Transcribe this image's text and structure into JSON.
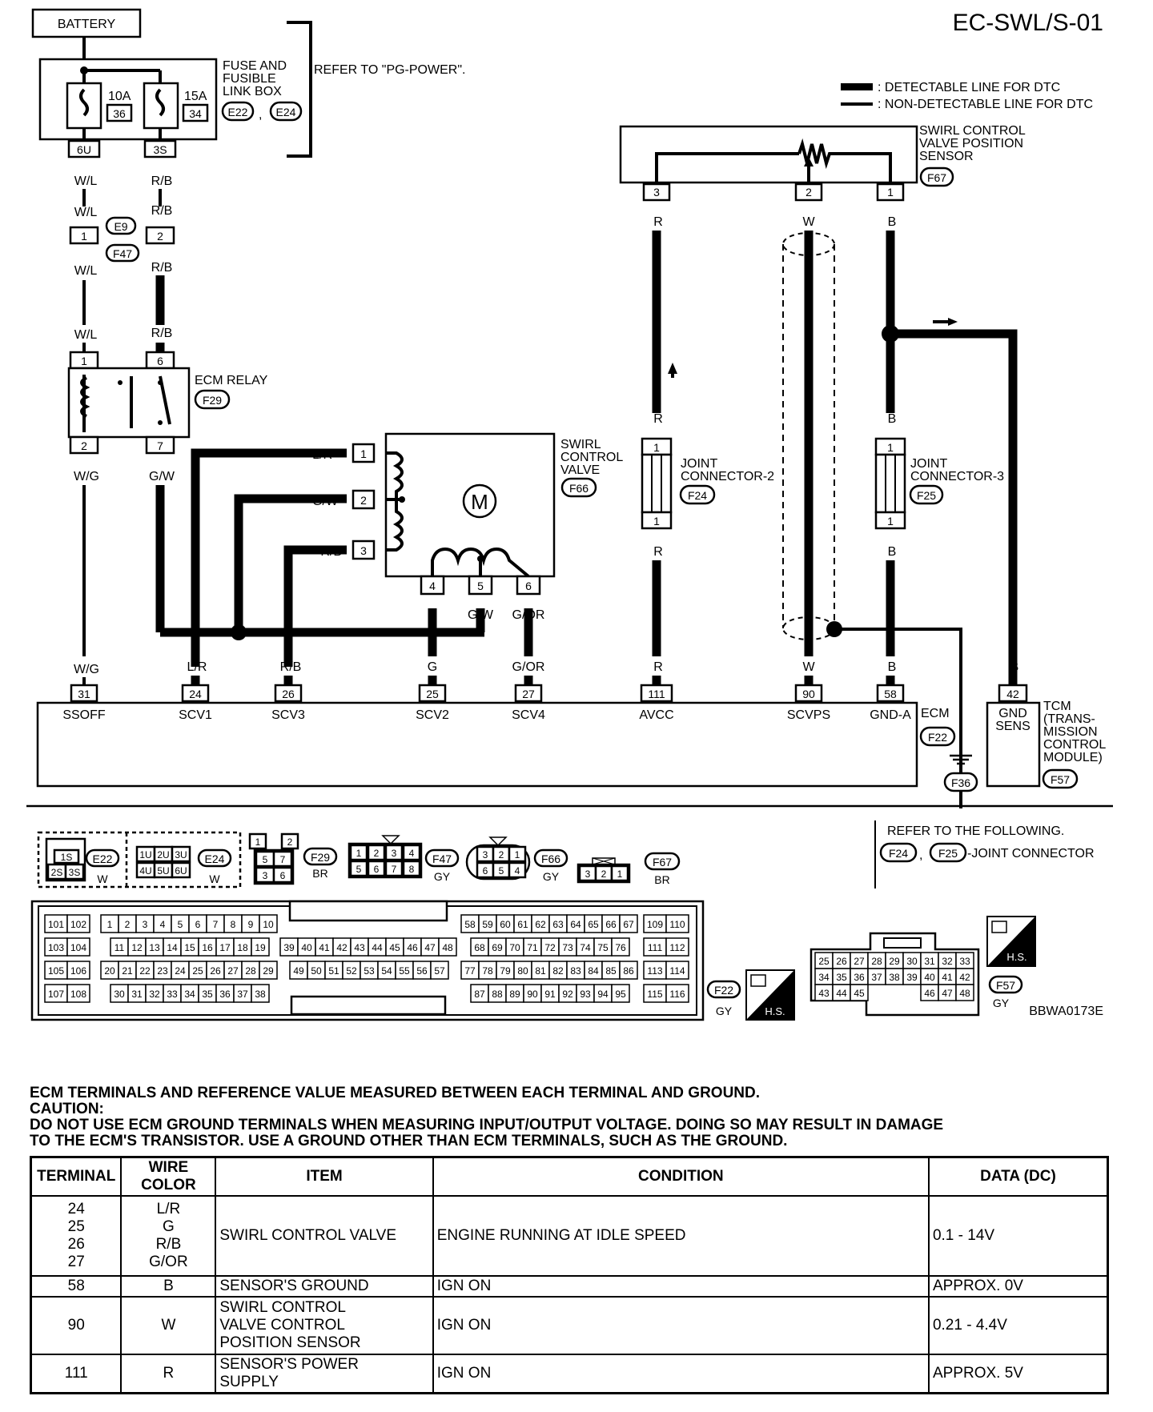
{
  "page_id": "EC-SWL/S-01",
  "figure_code": "BBWA0173E",
  "legend": {
    "detectable": ": DETECTABLE LINE FOR DTC",
    "non_detectable": ": NON-DETECTABLE LINE FOR DTC"
  },
  "battery": "BATTERY",
  "fuse_box": {
    "label_lines": [
      "FUSE AND",
      "FUSIBLE",
      "LINK BOX"
    ],
    "refer": "REFER TO \"PG-POWER\".",
    "connectors": [
      "E22",
      "E24"
    ],
    "comma": ",",
    "fuses": [
      {
        "amp": "10A",
        "num": "36",
        "terminal": "6U"
      },
      {
        "amp": "15A",
        "num": "34",
        "terminal": "3S"
      }
    ]
  },
  "wires": {
    "wl": "W/L",
    "rb": "R/B",
    "wg": "W/G",
    "gw": "G/W",
    "lr": "L/R",
    "g": "G",
    "gor": "G/OR",
    "r": "R",
    "w": "W",
    "b": "B"
  },
  "harness_connector": {
    "top": "E9",
    "bottom": "F47",
    "pins": [
      "1",
      "2"
    ]
  },
  "ecm_relay": {
    "label": "ECM RELAY",
    "connector": "F29",
    "pins_top": [
      "1",
      "6"
    ],
    "pins_bottom": [
      "2",
      "7"
    ]
  },
  "swirl_valve": {
    "label_lines": [
      "SWIRL",
      "CONTROL",
      "VALVE"
    ],
    "connector": "F66",
    "motor": "M",
    "left_pins": [
      "1",
      "2",
      "3"
    ],
    "bottom_pins": [
      "4",
      "5",
      "6"
    ]
  },
  "position_sensor": {
    "label_lines": [
      "SWIRL CONTROL",
      "VALVE POSITION",
      "SENSOR"
    ],
    "connector": "F67",
    "pins": [
      "3",
      "2",
      "1"
    ]
  },
  "joint2": {
    "label_lines": [
      "JOINT",
      "CONNECTOR-2"
    ],
    "connector": "F24",
    "pin": "1"
  },
  "joint3": {
    "label_lines": [
      "JOINT",
      "CONNECTOR-3"
    ],
    "connector": "F25",
    "pin": "1"
  },
  "ecm": {
    "label": "ECM",
    "connector": "F22",
    "ground": "F36",
    "terminals": [
      {
        "num": "31",
        "name": "SSOFF"
      },
      {
        "num": "24",
        "name": "SCV1"
      },
      {
        "num": "26",
        "name": "SCV3"
      },
      {
        "num": "25",
        "name": "SCV2"
      },
      {
        "num": "27",
        "name": "SCV4"
      },
      {
        "num": "111",
        "name": "AVCC"
      },
      {
        "num": "90",
        "name": "SCVPS"
      },
      {
        "num": "58",
        "name": "GND-A"
      }
    ]
  },
  "tcm": {
    "label_lines": [
      "TCM",
      "(TRANS-",
      "MISSION",
      "CONTROL",
      "MODULE)"
    ],
    "connector": "F57",
    "terminal": "42",
    "term_name_lines": [
      "GND",
      "SENS"
    ]
  },
  "refer_following": {
    "line1": "REFER TO THE FOLLOWING.",
    "connectors": [
      "F24",
      "F25"
    ],
    "suffix": "-JOINT CONNECTOR"
  },
  "connector_views": {
    "e22": {
      "id": "E22",
      "color": "W",
      "pins": [
        "1S",
        "2S",
        "3S"
      ]
    },
    "e24": {
      "id": "E24",
      "color": "W",
      "pins": [
        "1U",
        "2U",
        "3U",
        "4U",
        "5U",
        "6U"
      ]
    },
    "f29": {
      "id": "F29",
      "color": "BR",
      "pins": [
        "1",
        "2",
        "5",
        "7",
        "3",
        "6"
      ]
    },
    "f47": {
      "id": "F47",
      "color": "GY",
      "pins": [
        "1",
        "2",
        "3",
        "4",
        "5",
        "6",
        "7",
        "8"
      ]
    },
    "f66": {
      "id": "F66",
      "color": "GY",
      "pins": [
        "3",
        "2",
        "1",
        "6",
        "5",
        "4"
      ]
    },
    "f67": {
      "id": "F67",
      "color": "BR",
      "pins": [
        "3",
        "2",
        "1"
      ]
    },
    "f22": {
      "id": "F22",
      "color": "GY",
      "hs": "H.S."
    },
    "f57": {
      "id": "F57",
      "color": "GY",
      "hs": "H.S."
    }
  },
  "ecm_pin_rows": {
    "g1": [
      [
        "101",
        "102"
      ],
      [
        "103",
        "104"
      ],
      [
        "105",
        "106"
      ],
      [
        "107",
        "108"
      ]
    ],
    "g2": [
      [
        "1",
        "2",
        "3",
        "4",
        "5",
        "6",
        "7",
        "8",
        "9",
        "10"
      ],
      [
        "11",
        "12",
        "13",
        "14",
        "15",
        "16",
        "17",
        "18",
        "19"
      ],
      [
        "20",
        "21",
        "22",
        "23",
        "24",
        "25",
        "26",
        "27",
        "28",
        "29"
      ],
      [
        "30",
        "31",
        "32",
        "33",
        "34",
        "35",
        "36",
        "37",
        "38"
      ]
    ],
    "g3": [
      [
        "39",
        "40",
        "41",
        "42",
        "43",
        "44",
        "45",
        "46",
        "47",
        "48"
      ],
      [
        "49",
        "50",
        "51",
        "52",
        "53",
        "54",
        "55",
        "56",
        "57"
      ]
    ],
    "g4": [
      [
        "58",
        "59",
        "60",
        "61",
        "62",
        "63",
        "64",
        "65",
        "66",
        "67"
      ],
      [
        "68",
        "69",
        "70",
        "71",
        "72",
        "73",
        "74",
        "75",
        "76"
      ],
      [
        "77",
        "78",
        "79",
        "80",
        "81",
        "82",
        "83",
        "84",
        "85",
        "86"
      ],
      [
        "87",
        "88",
        "89",
        "90",
        "91",
        "92",
        "93",
        "94",
        "95"
      ]
    ],
    "g5": [
      [
        "109",
        "110"
      ],
      [
        "111",
        "112"
      ],
      [
        "113",
        "114"
      ],
      [
        "115",
        "116"
      ]
    ]
  },
  "tcm_pin_rows": [
    [
      "25",
      "26",
      "27",
      "28",
      "29",
      "30",
      "31",
      "32",
      "33"
    ],
    [
      "34",
      "35",
      "36",
      "37",
      "38",
      "39",
      "40",
      "41",
      "42"
    ],
    [
      "43",
      "44",
      "45",
      "",
      "",
      "",
      "46",
      "47",
      "48"
    ]
  ],
  "notes": {
    "heading": "ECM TERMINALS AND REFERENCE VALUE MEASURED BETWEEN EACH TERMINAL AND GROUND.",
    "caution": "CAUTION:",
    "line1": "DO NOT USE ECM GROUND TERMINALS WHEN MEASURING INPUT/OUTPUT VOLTAGE. DOING SO MAY RESULT IN DAMAGE",
    "line2": "TO THE ECM'S TRANSISTOR. USE A GROUND OTHER THAN ECM TERMINALS, SUCH AS THE GROUND."
  },
  "table": {
    "headers": [
      "TERMINAL",
      "WIRE COLOR",
      "ITEM",
      "CONDITION",
      "DATA (DC)"
    ],
    "rows": [
      {
        "terminal": "24\n25\n26\n27",
        "wire": "L/R\nG\nR/B\nG/OR",
        "item": "SWIRL CONTROL VALVE",
        "condition": "ENGINE RUNNING AT IDLE SPEED",
        "data": "0.1 - 14V"
      },
      {
        "terminal": "58",
        "wire": "B",
        "item": "SENSOR'S GROUND",
        "condition": "IGN ON",
        "data": "APPROX. 0V"
      },
      {
        "terminal": "90",
        "wire": "W",
        "item": "SWIRL CONTROL\nVALVE CONTROL\nPOSITION SENSOR",
        "condition": "IGN ON",
        "data": "0.21 - 4.4V"
      },
      {
        "terminal": "111",
        "wire": "R",
        "item": "SENSOR'S POWER\nSUPPLY",
        "condition": "IGN ON",
        "data": "APPROX. 5V"
      }
    ]
  }
}
